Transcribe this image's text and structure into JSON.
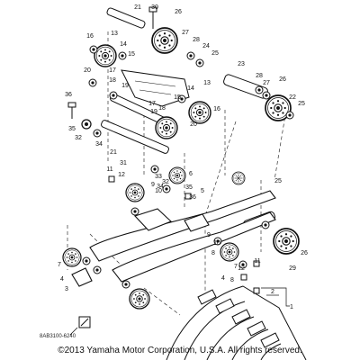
{
  "diagram": {
    "callouts": [
      {
        "id": "c21a",
        "text": "21"
      },
      {
        "id": "c30",
        "text": "30"
      },
      {
        "id": "c26a",
        "text": "26"
      },
      {
        "id": "c16a",
        "text": "16"
      },
      {
        "id": "c13a",
        "text": "13"
      },
      {
        "id": "c27a",
        "text": "27"
      },
      {
        "id": "c28a",
        "text": "28"
      },
      {
        "id": "c24",
        "text": "24"
      },
      {
        "id": "c25a",
        "text": "25"
      },
      {
        "id": "c14a",
        "text": "14"
      },
      {
        "id": "c15a",
        "text": "15"
      },
      {
        "id": "c20a",
        "text": "20"
      },
      {
        "id": "c17a",
        "text": "17"
      },
      {
        "id": "c18a",
        "text": "18"
      },
      {
        "id": "c19a",
        "text": "19"
      },
      {
        "id": "c23",
        "text": "23"
      },
      {
        "id": "c28b",
        "text": "28"
      },
      {
        "id": "c27b",
        "text": "27"
      },
      {
        "id": "c26b",
        "text": "26"
      },
      {
        "id": "c22",
        "text": "22"
      },
      {
        "id": "c25b",
        "text": "25"
      },
      {
        "id": "c36a",
        "text": "36"
      },
      {
        "id": "c14b",
        "text": "14"
      },
      {
        "id": "c13b",
        "text": "13"
      },
      {
        "id": "c16b",
        "text": "16"
      },
      {
        "id": "c20b",
        "text": "20"
      },
      {
        "id": "c17b",
        "text": "17"
      },
      {
        "id": "c18b",
        "text": "18"
      },
      {
        "id": "c19b",
        "text": "19"
      },
      {
        "id": "c15b",
        "text": "15"
      },
      {
        "id": "c35a",
        "text": "35"
      },
      {
        "id": "c32a",
        "text": "32"
      },
      {
        "id": "c34a",
        "text": "34"
      },
      {
        "id": "c21b",
        "text": "21"
      },
      {
        "id": "c31",
        "text": "31"
      },
      {
        "id": "c11a",
        "text": "11"
      },
      {
        "id": "c12a",
        "text": "12"
      },
      {
        "id": "c33",
        "text": "33"
      },
      {
        "id": "c32b",
        "text": "32"
      },
      {
        "id": "c34b",
        "text": "34"
      },
      {
        "id": "c35b",
        "text": "35"
      },
      {
        "id": "c36b",
        "text": "36"
      },
      {
        "id": "c9a",
        "text": "9"
      },
      {
        "id": "c10a",
        "text": "10"
      },
      {
        "id": "c6",
        "text": "6"
      },
      {
        "id": "c5",
        "text": "5"
      },
      {
        "id": "c25c",
        "text": "25"
      },
      {
        "id": "c7a",
        "text": "7"
      },
      {
        "id": "c3",
        "text": "3"
      },
      {
        "id": "c4a",
        "text": "4"
      },
      {
        "id": "c9b",
        "text": "9"
      },
      {
        "id": "c10b",
        "text": "10"
      },
      {
        "id": "c8a",
        "text": "8"
      },
      {
        "id": "c7b",
        "text": "7"
      },
      {
        "id": "c4b",
        "text": "4"
      },
      {
        "id": "c8b",
        "text": "8"
      },
      {
        "id": "c12b",
        "text": "12"
      },
      {
        "id": "c11b",
        "text": "11"
      },
      {
        "id": "c29",
        "text": "29"
      },
      {
        "id": "c26c",
        "text": "26"
      },
      {
        "id": "c2",
        "text": "2"
      },
      {
        "id": "c1",
        "text": "1"
      }
    ],
    "part_code": "8AB3100-6240",
    "copyright": "©2013 Yamaha Motor Corporation, U.S.A. All rights reserved."
  }
}
